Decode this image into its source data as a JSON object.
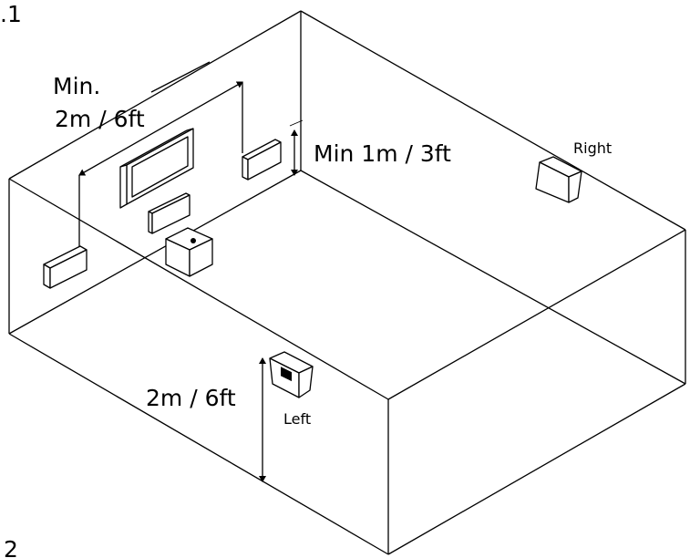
{
  "labels": {
    "corner_top": ".1",
    "corner_bottom": "2",
    "min_word": "Min.",
    "min_distance": "2m / 6ft",
    "min_height": "Min 1m / 3ft",
    "rear_height": "2m / 6ft",
    "right_speaker": "Right",
    "left_speaker": "Left"
  },
  "colors": {
    "line": "#000000",
    "background": "#ffffff"
  }
}
